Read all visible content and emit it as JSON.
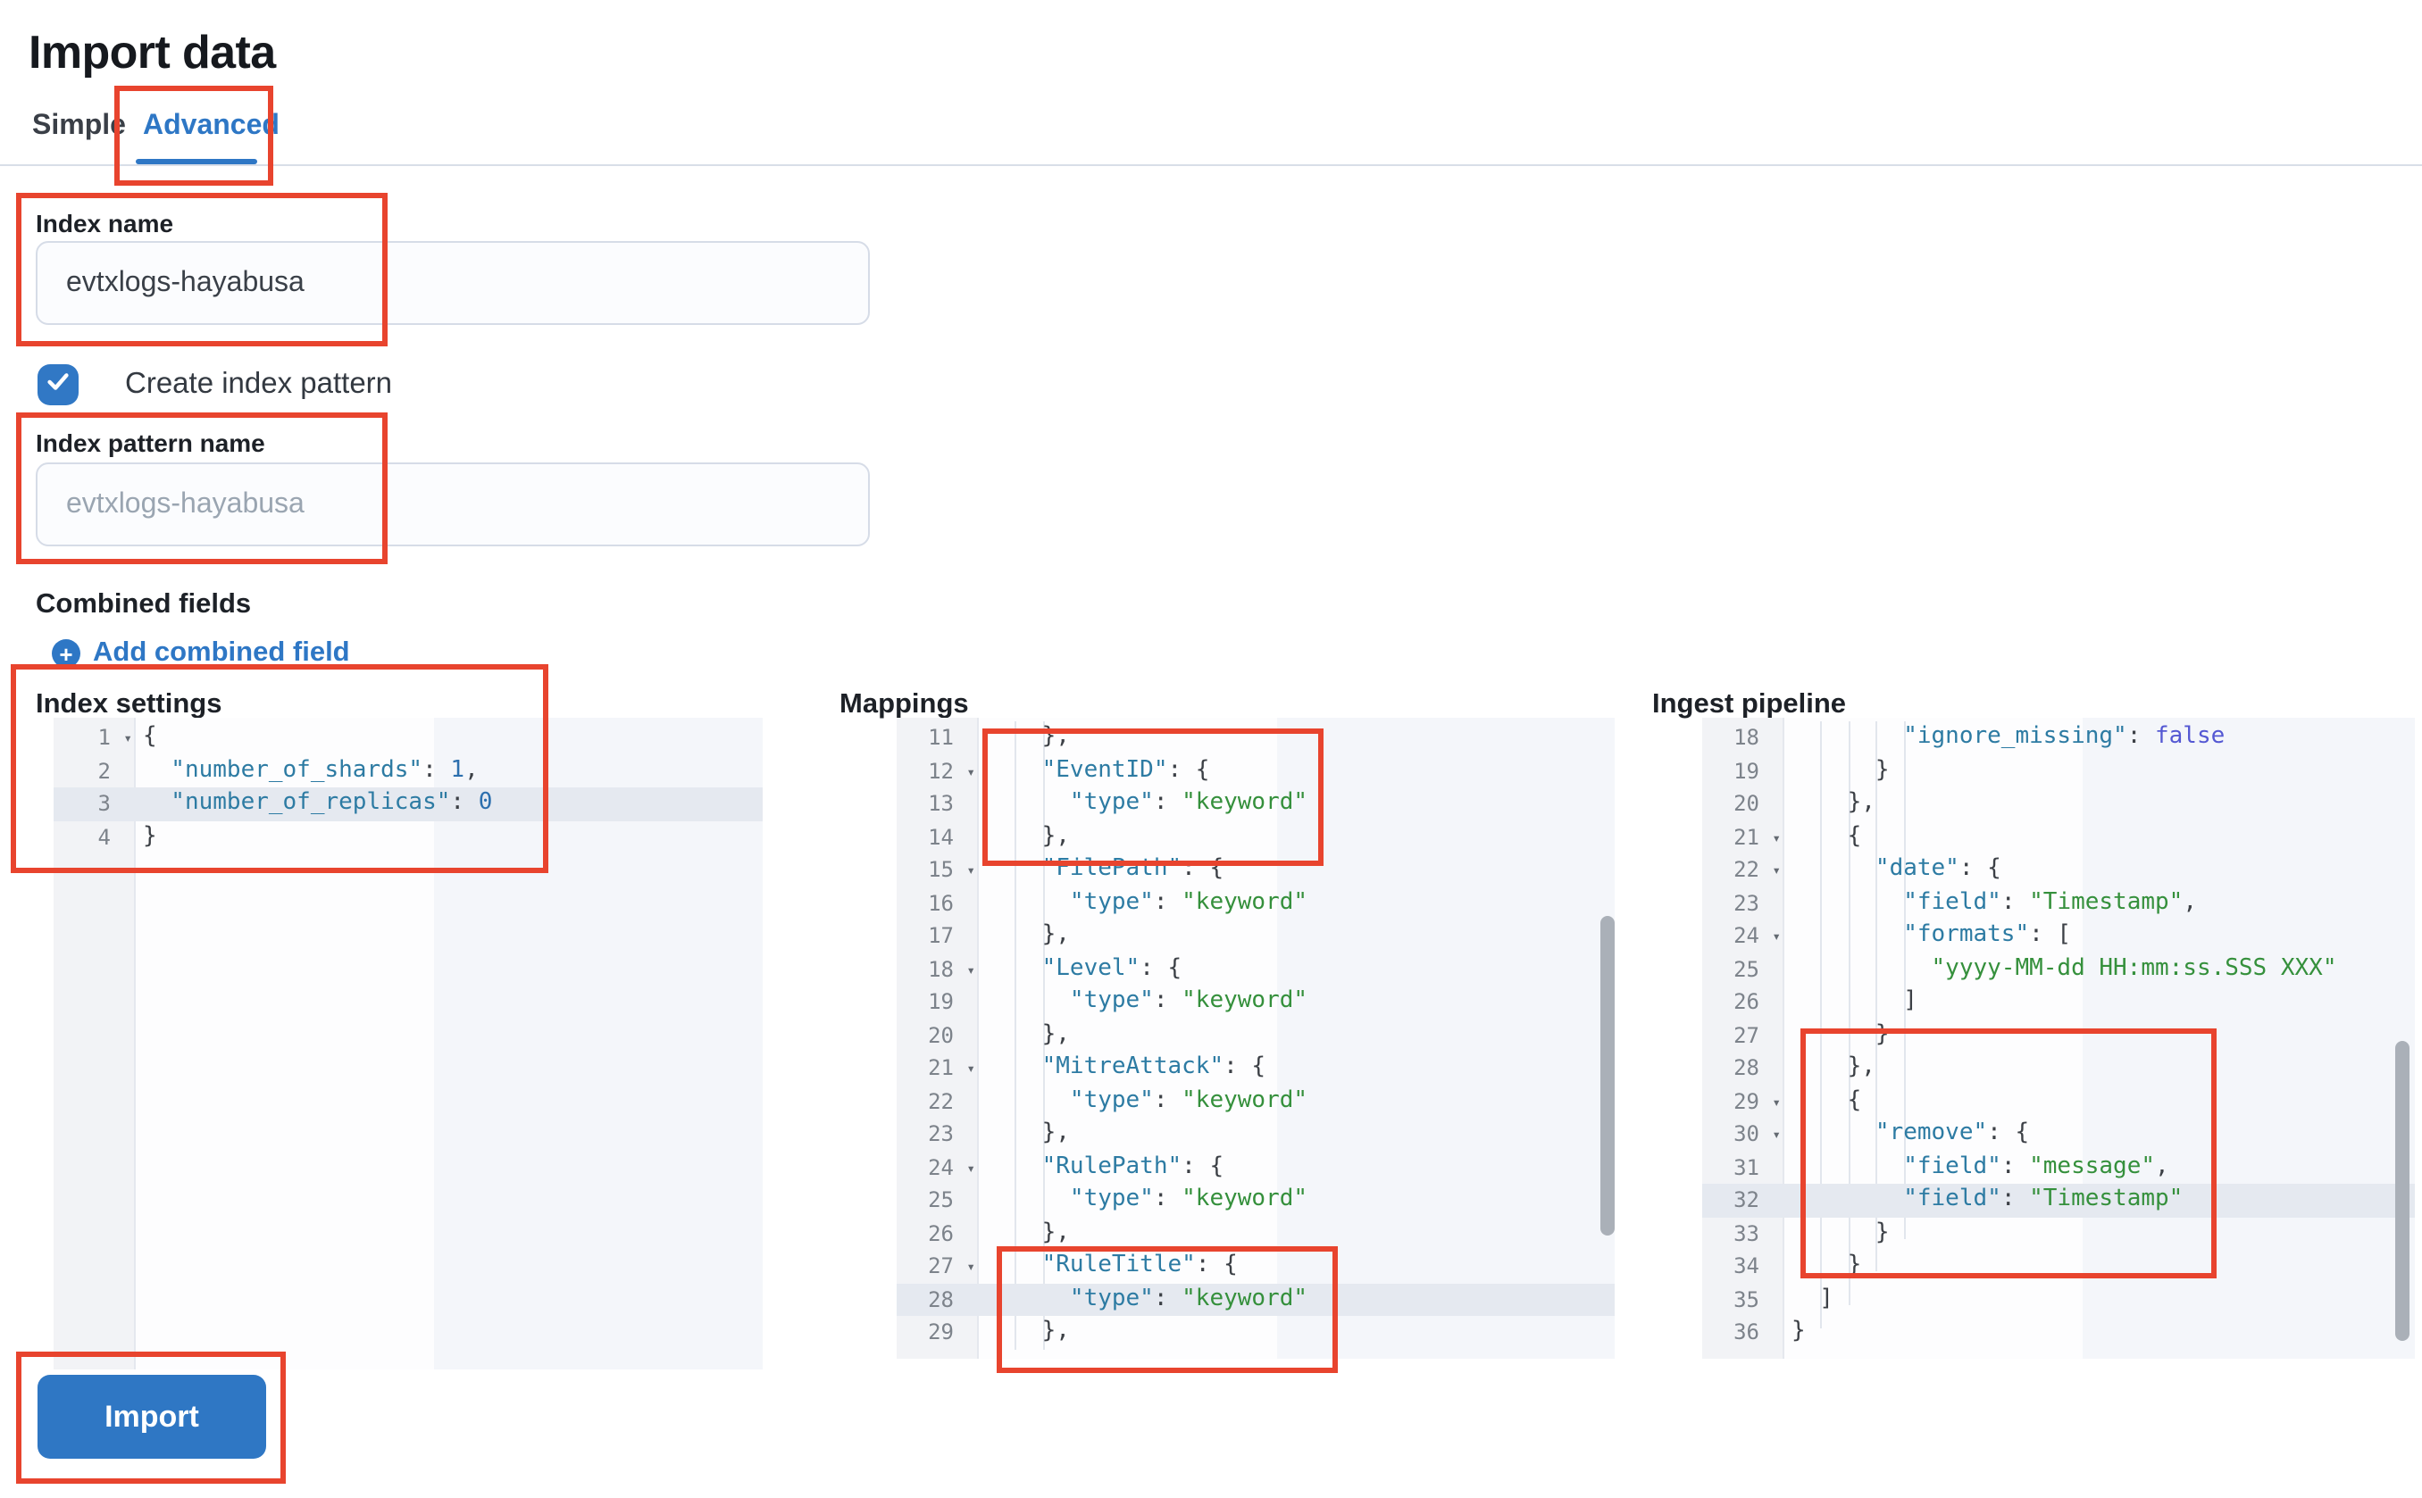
{
  "page": {
    "title": "Import data"
  },
  "tabs": [
    {
      "label": "Simple",
      "active": false
    },
    {
      "label": "Advanced",
      "active": true
    }
  ],
  "form": {
    "index_name": {
      "label": "Index name",
      "value": "evtxlogs-hayabusa"
    },
    "create_index_pattern": {
      "label": "Create index pattern",
      "checked": true
    },
    "index_pattern_name": {
      "label": "Index pattern name",
      "value": "",
      "placeholder": "evtxlogs-hayabusa"
    },
    "combined_fields": {
      "label": "Combined fields",
      "add_link": "Add combined field"
    }
  },
  "actions": {
    "import_label": "Import"
  },
  "colors": {
    "accent_blue": "#2e77c5",
    "annotation_red": "#e8442e",
    "code_key": "#2d7ba3",
    "code_string": "#35903c",
    "code_number": "#2c6fae",
    "code_boolean": "#5458d3",
    "active_line": "#e5e9f0"
  },
  "editors": [
    {
      "id": "index-settings",
      "label": "Index settings",
      "lines": [
        {
          "n": 1,
          "fold": true,
          "hl": false,
          "seg": [
            [
              "p",
              "{"
            ]
          ]
        },
        {
          "n": 2,
          "fold": false,
          "hl": false,
          "seg": [
            [
              "k",
              "  \"number_of_shards\""
            ],
            [
              "p",
              ": "
            ],
            [
              "n",
              "1"
            ],
            [
              "p",
              ","
            ]
          ]
        },
        {
          "n": 3,
          "fold": false,
          "hl": true,
          "seg": [
            [
              "k",
              "  \"number_of_replicas\""
            ],
            [
              "p",
              ": "
            ],
            [
              "n",
              "0"
            ]
          ]
        },
        {
          "n": 4,
          "fold": false,
          "hl": false,
          "seg": [
            [
              "p",
              "}"
            ]
          ]
        }
      ]
    },
    {
      "id": "mappings",
      "label": "Mappings",
      "lines": [
        {
          "n": 11,
          "fold": false,
          "hl": false,
          "seg": [
            [
              "p",
              "    },"
            ]
          ]
        },
        {
          "n": 12,
          "fold": true,
          "hl": false,
          "seg": [
            [
              "k",
              "    \"EventID\""
            ],
            [
              "p",
              ": {"
            ]
          ]
        },
        {
          "n": 13,
          "fold": false,
          "hl": false,
          "seg": [
            [
              "k",
              "      \"type\""
            ],
            [
              "p",
              ": "
            ],
            [
              "s",
              "\"keyword\""
            ]
          ]
        },
        {
          "n": 14,
          "fold": false,
          "hl": false,
          "seg": [
            [
              "p",
              "    },"
            ]
          ]
        },
        {
          "n": 15,
          "fold": true,
          "hl": false,
          "seg": [
            [
              "k",
              "    \"FilePath\""
            ],
            [
              "p",
              ": {"
            ]
          ]
        },
        {
          "n": 16,
          "fold": false,
          "hl": false,
          "seg": [
            [
              "k",
              "      \"type\""
            ],
            [
              "p",
              ": "
            ],
            [
              "s",
              "\"keyword\""
            ]
          ]
        },
        {
          "n": 17,
          "fold": false,
          "hl": false,
          "seg": [
            [
              "p",
              "    },"
            ]
          ]
        },
        {
          "n": 18,
          "fold": true,
          "hl": false,
          "seg": [
            [
              "k",
              "    \"Level\""
            ],
            [
              "p",
              ": {"
            ]
          ]
        },
        {
          "n": 19,
          "fold": false,
          "hl": false,
          "seg": [
            [
              "k",
              "      \"type\""
            ],
            [
              "p",
              ": "
            ],
            [
              "s",
              "\"keyword\""
            ]
          ]
        },
        {
          "n": 20,
          "fold": false,
          "hl": false,
          "seg": [
            [
              "p",
              "    },"
            ]
          ]
        },
        {
          "n": 21,
          "fold": true,
          "hl": false,
          "seg": [
            [
              "k",
              "    \"MitreAttack\""
            ],
            [
              "p",
              ": {"
            ]
          ]
        },
        {
          "n": 22,
          "fold": false,
          "hl": false,
          "seg": [
            [
              "k",
              "      \"type\""
            ],
            [
              "p",
              ": "
            ],
            [
              "s",
              "\"keyword\""
            ]
          ]
        },
        {
          "n": 23,
          "fold": false,
          "hl": false,
          "seg": [
            [
              "p",
              "    },"
            ]
          ]
        },
        {
          "n": 24,
          "fold": true,
          "hl": false,
          "seg": [
            [
              "k",
              "    \"RulePath\""
            ],
            [
              "p",
              ": {"
            ]
          ]
        },
        {
          "n": 25,
          "fold": false,
          "hl": false,
          "seg": [
            [
              "k",
              "      \"type\""
            ],
            [
              "p",
              ": "
            ],
            [
              "s",
              "\"keyword\""
            ]
          ]
        },
        {
          "n": 26,
          "fold": false,
          "hl": false,
          "seg": [
            [
              "p",
              "    },"
            ]
          ]
        },
        {
          "n": 27,
          "fold": true,
          "hl": false,
          "seg": [
            [
              "k",
              "    \"RuleTitle\""
            ],
            [
              "p",
              ": {"
            ]
          ]
        },
        {
          "n": 28,
          "fold": false,
          "hl": true,
          "seg": [
            [
              "k",
              "      \"type\""
            ],
            [
              "p",
              ": "
            ],
            [
              "s",
              "\"keyword\""
            ]
          ]
        },
        {
          "n": 29,
          "fold": false,
          "hl": false,
          "seg": [
            [
              "p",
              "    },"
            ]
          ]
        }
      ]
    },
    {
      "id": "ingest-pipeline",
      "label": "Ingest pipeline",
      "lines": [
        {
          "n": 18,
          "fold": false,
          "hl": false,
          "seg": [
            [
              "k",
              "        \"ignore_missing\""
            ],
            [
              "p",
              ": "
            ],
            [
              "b",
              "false"
            ]
          ]
        },
        {
          "n": 19,
          "fold": false,
          "hl": false,
          "seg": [
            [
              "p",
              "      }"
            ]
          ]
        },
        {
          "n": 20,
          "fold": false,
          "hl": false,
          "seg": [
            [
              "p",
              "    },"
            ]
          ]
        },
        {
          "n": 21,
          "fold": true,
          "hl": false,
          "seg": [
            [
              "p",
              "    {"
            ]
          ]
        },
        {
          "n": 22,
          "fold": true,
          "hl": false,
          "seg": [
            [
              "k",
              "      \"date\""
            ],
            [
              "p",
              ": {"
            ]
          ]
        },
        {
          "n": 23,
          "fold": false,
          "hl": false,
          "seg": [
            [
              "k",
              "        \"field\""
            ],
            [
              "p",
              ": "
            ],
            [
              "s",
              "\"Timestamp\""
            ],
            [
              "p",
              ","
            ]
          ]
        },
        {
          "n": 24,
          "fold": true,
          "hl": false,
          "seg": [
            [
              "k",
              "        \"formats\""
            ],
            [
              "p",
              ": ["
            ]
          ]
        },
        {
          "n": 25,
          "fold": false,
          "hl": false,
          "seg": [
            [
              "s",
              "          \"yyyy-MM-dd HH:mm:ss.SSS XXX\""
            ]
          ]
        },
        {
          "n": 26,
          "fold": false,
          "hl": false,
          "seg": [
            [
              "p",
              "        ]"
            ]
          ]
        },
        {
          "n": 27,
          "fold": false,
          "hl": false,
          "seg": [
            [
              "p",
              "      }"
            ]
          ]
        },
        {
          "n": 28,
          "fold": false,
          "hl": false,
          "seg": [
            [
              "p",
              "    },"
            ]
          ]
        },
        {
          "n": 29,
          "fold": true,
          "hl": false,
          "seg": [
            [
              "p",
              "    {"
            ]
          ]
        },
        {
          "n": 30,
          "fold": true,
          "hl": false,
          "seg": [
            [
              "k",
              "      \"remove\""
            ],
            [
              "p",
              ": {"
            ]
          ]
        },
        {
          "n": 31,
          "fold": false,
          "hl": false,
          "seg": [
            [
              "k",
              "        \"field\""
            ],
            [
              "p",
              ": "
            ],
            [
              "s",
              "\"message\""
            ],
            [
              "p",
              ","
            ]
          ]
        },
        {
          "n": 32,
          "fold": false,
          "hl": true,
          "seg": [
            [
              "k",
              "        \"field\""
            ],
            [
              "p",
              ": "
            ],
            [
              "s",
              "\"Timestamp\""
            ]
          ]
        },
        {
          "n": 33,
          "fold": false,
          "hl": false,
          "seg": [
            [
              "p",
              "      }"
            ]
          ]
        },
        {
          "n": 34,
          "fold": false,
          "hl": false,
          "seg": [
            [
              "p",
              "    }"
            ]
          ]
        },
        {
          "n": 35,
          "fold": false,
          "hl": false,
          "seg": [
            [
              "p",
              "  ]"
            ]
          ]
        },
        {
          "n": 36,
          "fold": false,
          "hl": false,
          "seg": [
            [
              "p",
              "}"
            ]
          ]
        }
      ]
    }
  ],
  "annotations": {
    "color": "#e8442e",
    "boxes": [
      "advanced-tab",
      "index-name-field",
      "index-pattern-name-field",
      "index-settings-editor",
      "import-button",
      "mappings-eventid",
      "mappings-ruletitle",
      "ingest-remove"
    ]
  }
}
